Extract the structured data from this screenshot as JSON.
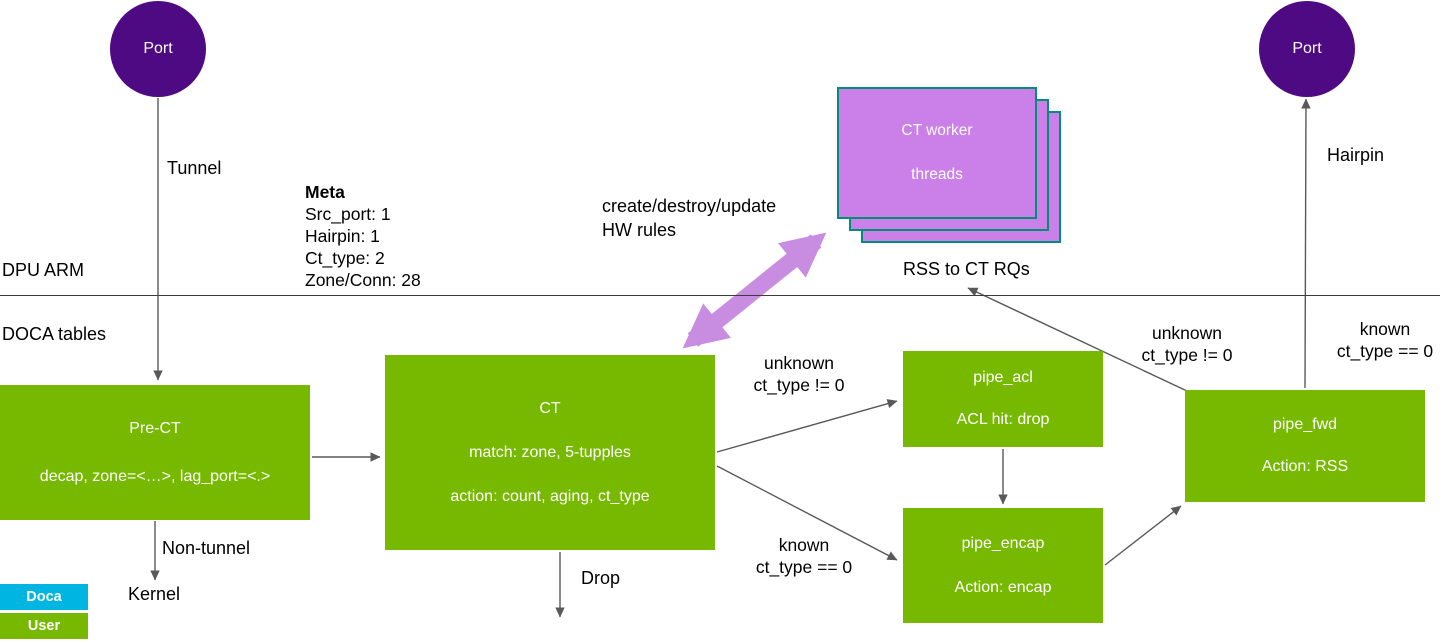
{
  "colors": {
    "nvidia_green": "#76b900",
    "port_purple": "#4e0a82",
    "worker_fill": "#ca80e8",
    "worker_border": "#008e74",
    "thick_arrow": "#c88ce0",
    "legend_cyan": "#00b5e2",
    "arrow_gray": "#595959"
  },
  "ports": {
    "left_label": "Port",
    "right_label": "Port"
  },
  "section_labels": {
    "dpu_arm": "DPU ARM",
    "doca_tables": "DOCA tables"
  },
  "meta": {
    "title": "Meta",
    "lines": [
      "Src_port: 1",
      "Hairpin: 1",
      "Ct_type: 2",
      "Zone/Conn: 28"
    ]
  },
  "nodes": {
    "pre_ct": {
      "title": "Pre-CT",
      "body": "decap, zone=<…>, lag_port=<.>"
    },
    "ct": {
      "title": "CT",
      "body1": "match: zone, 5-tupples",
      "body2": "action: count, aging, ct_type"
    },
    "ct_worker": {
      "line1": "CT worker",
      "line2": "threads"
    },
    "pipe_acl": {
      "title": "pipe_acl",
      "body": "ACL hit: drop"
    },
    "pipe_encap": {
      "title": "pipe_encap",
      "body": "Action: encap"
    },
    "pipe_fwd": {
      "title": "pipe_fwd",
      "body": "Action: RSS"
    }
  },
  "edge_labels": {
    "tunnel": "Tunnel",
    "non_tunnel": "Non-tunnel",
    "kernel": "Kernel",
    "drop": "Drop",
    "hairpin": "Hairpin",
    "rss_to_ct": "RSS to CT RQs",
    "hw_rules_1": "create/destroy/update",
    "hw_rules_2": "HW rules",
    "ct_to_acl_1": "unknown",
    "ct_to_acl_2": "ct_type != 0",
    "ct_to_encap_1": "known",
    "ct_to_encap_2": "ct_type == 0",
    "fwd_to_rss_1": "unknown",
    "fwd_to_rss_2": "ct_type != 0",
    "fwd_to_port_1": "known",
    "fwd_to_port_2": "ct_type == 0"
  },
  "legend": {
    "doca": {
      "label": "Doca",
      "color": "#00b5e2"
    },
    "user": {
      "label": "User",
      "color": "#76b900"
    }
  }
}
